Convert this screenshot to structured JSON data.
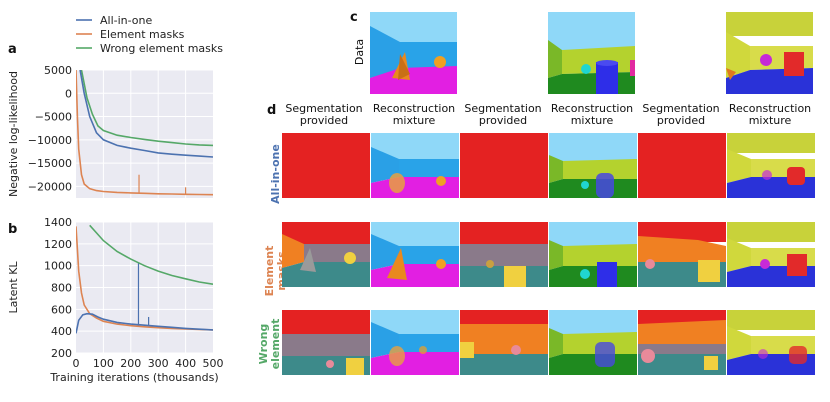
{
  "panels": {
    "a": "a",
    "b": "b",
    "c": "c",
    "d": "d"
  },
  "legend": [
    "All-in-one",
    "Element masks",
    "Wrong element masks"
  ],
  "colors": {
    "all_in_one": "#4c72b0",
    "element_masks": "#dd8452",
    "wrong_element_masks": "#55a868",
    "plot_bg": "#eaeaf2"
  },
  "chart_data": [
    {
      "type": "line",
      "panel": "a",
      "ylabel": "Negative log-likelihood",
      "xlim": [
        0,
        500
      ],
      "ylim": [
        -22500,
        5000
      ],
      "yticks": [
        "5000",
        "0",
        "−5000",
        "−10000",
        "−15000",
        "−20000"
      ],
      "ytick_values": [
        5000,
        0,
        -5000,
        -10000,
        -15000,
        -20000
      ],
      "series": [
        {
          "name": "All-in-one",
          "x": [
            15,
            30,
            50,
            75,
            100,
            150,
            200,
            250,
            300,
            350,
            400,
            450,
            500
          ],
          "y": [
            5000,
            0,
            -5000,
            -8500,
            -10000,
            -11200,
            -11800,
            -12300,
            -12800,
            -13100,
            -13300,
            -13500,
            -13700
          ]
        },
        {
          "name": "Element masks",
          "x": [
            0,
            5,
            10,
            20,
            30,
            50,
            75,
            100,
            150,
            200,
            250,
            300,
            350,
            400,
            450,
            500
          ],
          "y": [
            5000,
            -5000,
            -12000,
            -17500,
            -19500,
            -20500,
            -20900,
            -21100,
            -21300,
            -21400,
            -21500,
            -21600,
            -21650,
            -21700,
            -21750,
            -21800
          ]
        },
        {
          "name": "Wrong element masks",
          "x": [
            20,
            40,
            60,
            80,
            100,
            150,
            200,
            250,
            300,
            350,
            400,
            450,
            500
          ],
          "y": [
            5000,
            -1000,
            -4500,
            -7000,
            -8000,
            -9000,
            -9500,
            -9900,
            -10300,
            -10600,
            -10900,
            -11100,
            -11200
          ]
        }
      ],
      "annotations": [
        {
          "series": "Element masks",
          "x": 230,
          "y": -17500
        },
        {
          "series": "Element masks",
          "x": 400,
          "y": -20200
        }
      ]
    },
    {
      "type": "line",
      "panel": "b",
      "ylabel": "Latent KL",
      "xlabel": "Training iterations (thousands)",
      "xlim": [
        0,
        500
      ],
      "ylim": [
        200,
        1400
      ],
      "xticks": [
        "0",
        "100",
        "200",
        "300",
        "400",
        "500"
      ],
      "xtick_values": [
        0,
        100,
        200,
        300,
        400,
        500
      ],
      "yticks": [
        "1400",
        "1200",
        "1000",
        "800",
        "600",
        "400",
        "200"
      ],
      "ytick_values": [
        1400,
        1200,
        1000,
        800,
        600,
        400,
        200
      ],
      "series": [
        {
          "name": "All-in-one",
          "x": [
            0,
            10,
            25,
            40,
            60,
            80,
            100,
            150,
            200,
            250,
            300,
            350,
            400,
            450,
            500
          ],
          "y": [
            380,
            500,
            550,
            560,
            555,
            530,
            510,
            480,
            465,
            455,
            445,
            435,
            425,
            418,
            412
          ]
        },
        {
          "name": "Element masks",
          "x": [
            0,
            5,
            10,
            20,
            30,
            50,
            75,
            100,
            150,
            200,
            250,
            300,
            350,
            400,
            450,
            500
          ],
          "y": [
            1360,
            1150,
            950,
            750,
            640,
            560,
            520,
            490,
            465,
            450,
            440,
            432,
            425,
            420,
            415,
            412
          ]
        },
        {
          "name": "Wrong element masks",
          "x": [
            50,
            75,
            100,
            150,
            200,
            250,
            300,
            350,
            400,
            450,
            500
          ],
          "y": [
            1370,
            1300,
            1230,
            1130,
            1060,
            1000,
            950,
            910,
            880,
            850,
            830
          ]
        }
      ],
      "annotations": [
        {
          "series": "All-in-one",
          "x": 228,
          "y": 1020
        },
        {
          "series": "All-in-one",
          "x": 265,
          "y": 530
        }
      ]
    }
  ],
  "panel_c": {
    "row_label": "Data"
  },
  "panel_d": {
    "col_headers": [
      [
        "Segmentation",
        "provided"
      ],
      [
        "Reconstruction",
        "mixture"
      ],
      [
        "Segmentation",
        "provided"
      ],
      [
        "Reconstruction",
        "mixture"
      ],
      [
        "Segmentation",
        "provided"
      ],
      [
        "Reconstruction",
        "mixture"
      ]
    ],
    "row_labels": [
      [
        "All-in-one"
      ],
      [
        "Element",
        "masks"
      ],
      [
        "Wrong",
        "element",
        "masks"
      ]
    ]
  }
}
